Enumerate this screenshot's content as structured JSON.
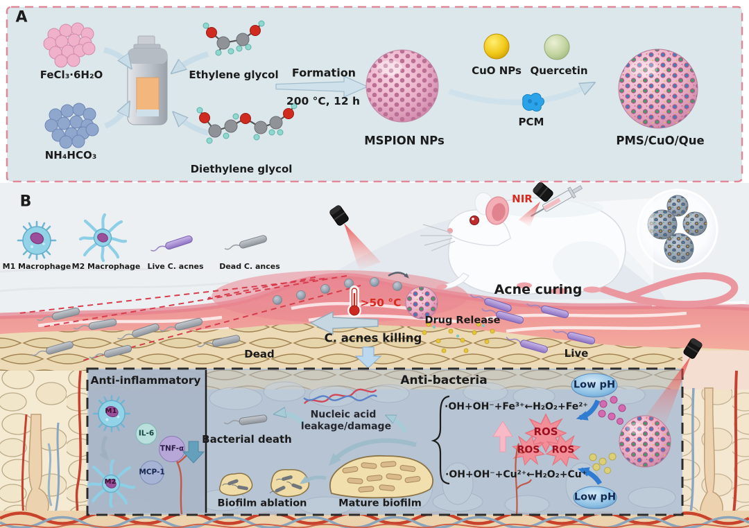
{
  "panel_a": {
    "label": "A",
    "reagents": {
      "fecl3": "FeCl₃·6H₂O",
      "nh4hco3": "NH₄HCO₃"
    },
    "solvents": {
      "ethylene": "Ethylene glycol",
      "diethylene": "Diethylene glycol"
    },
    "reaction": {
      "name": "Formation",
      "conditions": "200 °C, 12 h"
    },
    "intermediate": "MSPION NPs",
    "additives": {
      "cuo": "CuO NPs",
      "quercetin": "Quercetin",
      "pcm": "PCM"
    },
    "product": "PMS/CuO/Que"
  },
  "panel_b": {
    "label": "B",
    "legend": [
      {
        "label": "M1 Macrophage"
      },
      {
        "label": "M2 Macrophage"
      },
      {
        "label": "Live C. acnes"
      },
      {
        "label": "Dead C. ances"
      }
    ],
    "nir": "NIR",
    "acne_curing": "Acne curing",
    "temperature": ">50 °C",
    "drug_release": "Drug Release",
    "acnes_killing": "C. acnes killing",
    "dead": "Dead",
    "live": "Live",
    "anti_inflammatory": {
      "title": "Anti-inflammatory",
      "m1": "M1",
      "m2": "M2",
      "il6": "IL-6",
      "tnf": "TNF-α",
      "mcp1": "MCP-1"
    },
    "anti_bacteria": {
      "title": "Anti-bacteria",
      "bacterial_death": "Bacterial death",
      "nucleic_acid_line1": "Nucleic acid",
      "nucleic_acid_line2": "leakage/damage",
      "fenton_fe": "·OH+OH⁻+Fe³⁺←H₂O₂+Fe²⁺",
      "fenton_cu": "·OH+OH⁻+Cu²⁺←H₂O₂+Cu⁺",
      "ros": "ROS",
      "low_ph": "Low pH",
      "biofilm_ablation": "Biofilm ablation",
      "mature_biofilm": "Mature biofilm"
    }
  },
  "colors": {
    "nir_red": "#e02020",
    "temp_red": "#d92a20",
    "ros_text": "#9c1020",
    "low_ph_text": "#12284f",
    "panel_a_bg": "#dbe7ea",
    "panel_a_border": "#e08898",
    "box_fill": "#b3c0d0",
    "skin_pink": "#ea8b94",
    "cell_tan": "#e7d5ad",
    "biofilm_yellow": "#f2dfae",
    "macrophage_blue": "#92d3e8",
    "live_purple": "#8d72c2",
    "dead_grey": "#a8adb2",
    "mspion_pink": "#e8a9c4",
    "cuo_yellow": "#f0c818",
    "quercetin_green": "#c3d4a0",
    "pcm_blue": "#2aa3e8"
  }
}
